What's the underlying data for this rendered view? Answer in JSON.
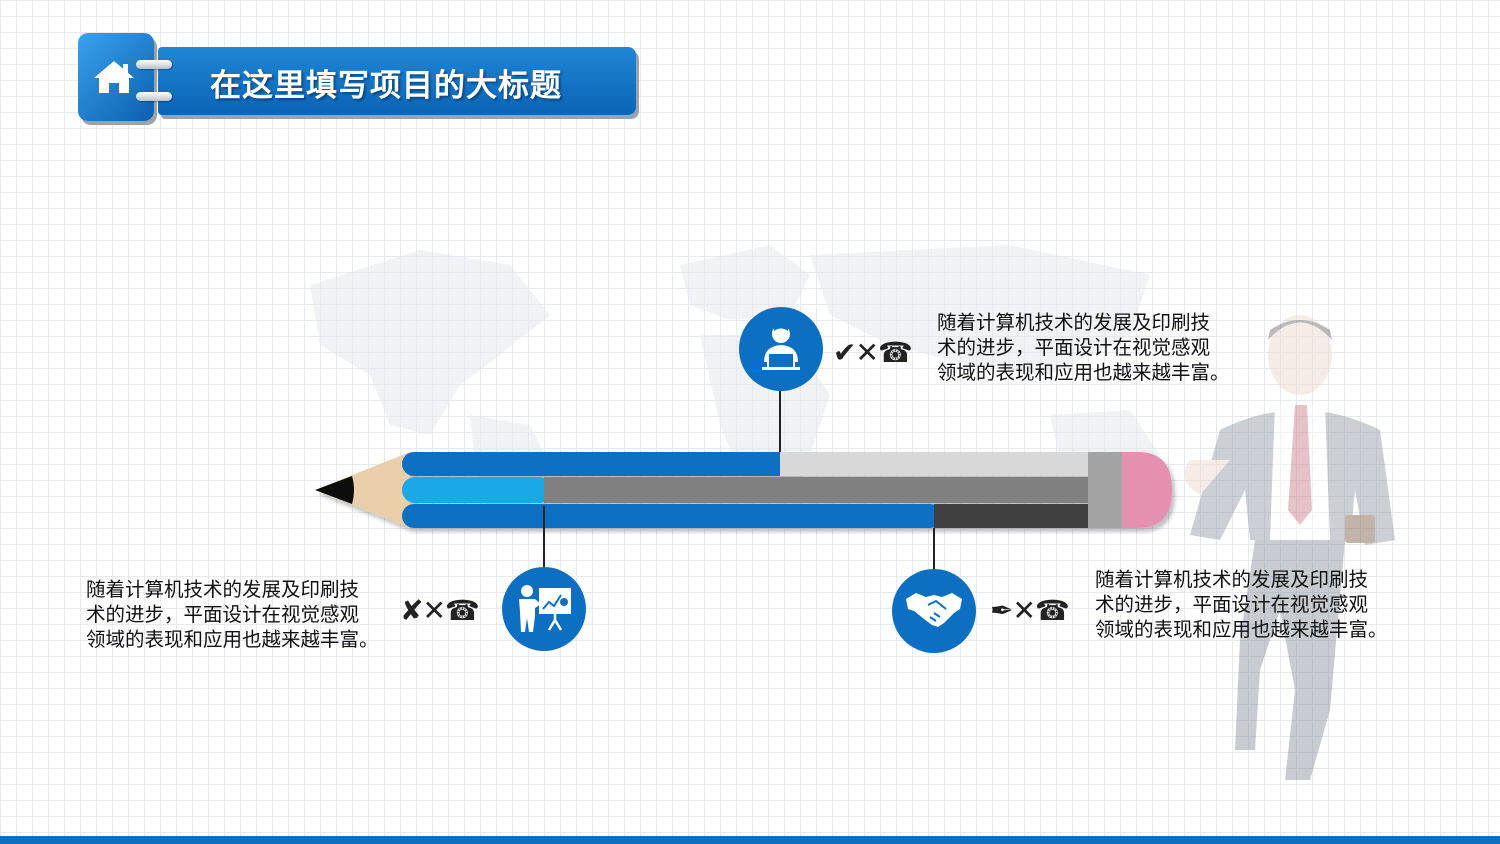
{
  "header": {
    "title": "在这里填写项目的大标题",
    "home_icon": "home-icon"
  },
  "items": [
    {
      "icon": "presenter-laptop-icon",
      "marks": "✔✕☎",
      "text_lines": [
        "随着计算机技术的发展及印刷技",
        "术的进步，平面设计在视觉感观",
        "领域的表现和应用也越来越丰富。"
      ]
    },
    {
      "icon": "presentation-board-icon",
      "marks": "✘✕☎",
      "text_lines": [
        "随着计算机技术的发展及印刷技",
        "术的进步，平面设计在视觉感观",
        "领域的表现和应用也越来越丰富。"
      ]
    },
    {
      "icon": "handshake-icon",
      "marks": "✒✕☎",
      "text_lines": [
        "随着计算机技术的发展及印刷技",
        "术的进步，平面设计在视觉感观",
        "领域的表现和应用也越来越丰富。"
      ]
    }
  ],
  "colors": {
    "primary_blue": "#0c6fc2",
    "light_blue": "#1aa7e8",
    "gray_light": "#d8d8d8",
    "gray_mid": "#808080",
    "gray_dark": "#404040",
    "eraser_pink": "#e58fb1",
    "wood": "#e8cfaa"
  }
}
